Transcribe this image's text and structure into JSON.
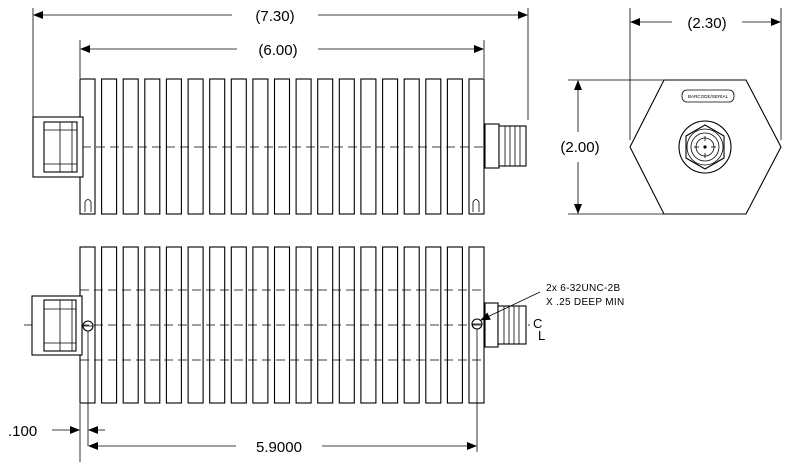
{
  "dimensions": {
    "overall_length": "(7.30)",
    "body_length": "(6.00)",
    "width_across": "(2.30)",
    "height": "(2.00)",
    "hole_offset": ".100",
    "hole_spacing": "5.9000"
  },
  "end_view": {
    "label": "BARCODE/SERIAL"
  },
  "notes": {
    "tap_line1": "2x 6-32UNC-2B",
    "tap_line2": "X .25 DEEP MIN"
  },
  "centerline_symbol": {
    "c": "C",
    "l": "L"
  },
  "fin_count": 19
}
